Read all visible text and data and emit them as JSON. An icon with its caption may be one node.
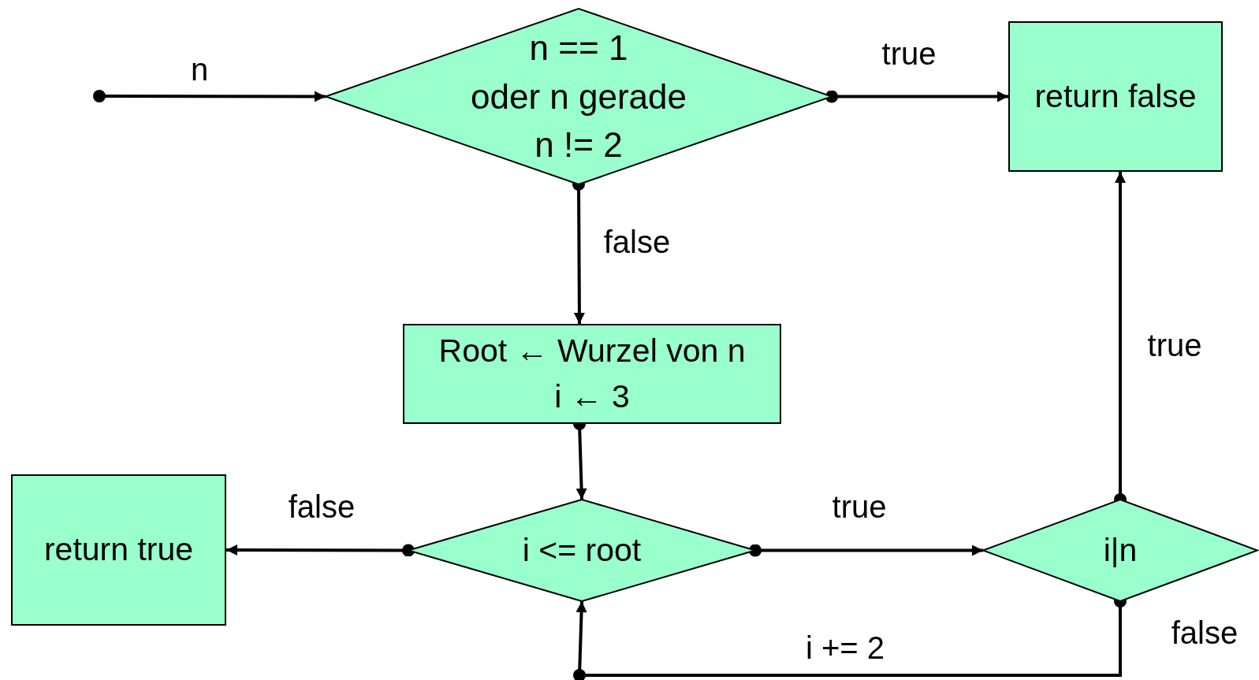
{
  "diagram": {
    "nodes": [
      {
        "text": [
          "n == 1",
          "oder n gerade",
          "n != 2"
        ]
      },
      {
        "text": [
          "return false"
        ]
      },
      {
        "text": [
          "Root ← Wurzel von n",
          "i ← 3"
        ]
      },
      {
        "text": [
          "i <= root"
        ]
      },
      {
        "text": [
          "i|n"
        ]
      },
      {
        "text": [
          "return true"
        ]
      }
    ],
    "edges": [
      {
        "from": null,
        "to": 0,
        "arrow": "to",
        "label": "n"
      },
      {
        "from": 0,
        "to": 1,
        "arrow": "to",
        "label": "true"
      },
      {
        "from": 0,
        "to": 2,
        "arrow": "to",
        "label": "false"
      },
      {
        "from": 2,
        "to": 3,
        "arrow": "to"
      },
      {
        "from": 3,
        "to": 5,
        "arrow": "to",
        "label": "false"
      },
      {
        "from": 3,
        "to": 4,
        "arrow": "to",
        "label": "true"
      },
      {
        "from": 4,
        "to": 1,
        "arrow": "to",
        "label": "true"
      },
      {
        "from": 4,
        "to": 3,
        "arrow": "to",
        "label": "false"
      }
    ],
    "labels": [
      "i += 2"
    ]
  }
}
